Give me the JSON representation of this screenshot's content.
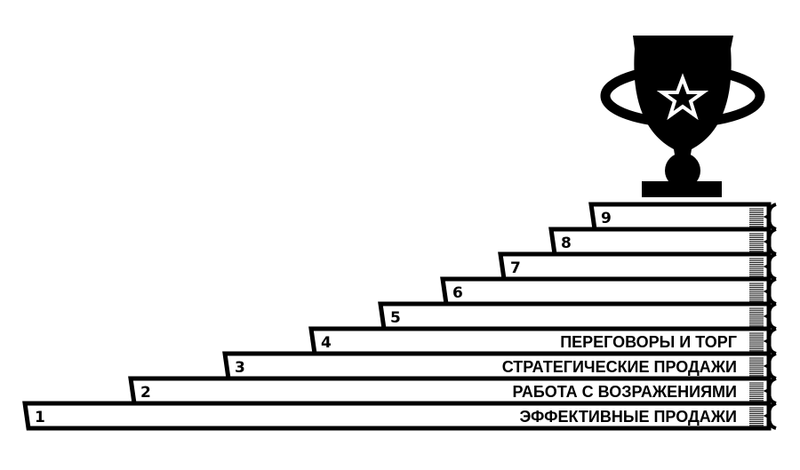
{
  "colors": {
    "ink": "#000000",
    "paper": "#ffffff"
  },
  "trophy": {
    "icon": "trophy-icon",
    "emblem": "star-icon"
  },
  "steps": [
    {
      "number": "1",
      "label": "ЭФФЕКТИВНЫЕ ПРОДАЖИ"
    },
    {
      "number": "2",
      "label": "РАБОТА С ВОЗРАЖЕНИЯМИ"
    },
    {
      "number": "3",
      "label": "СТРАТЕГИЧЕСКИЕ ПРОДАЖИ"
    },
    {
      "number": "4",
      "label": "ПЕРЕГОВОРЫ И ТОРГ"
    },
    {
      "number": "5",
      "label": ""
    },
    {
      "number": "6",
      "label": ""
    },
    {
      "number": "7",
      "label": ""
    },
    {
      "number": "8",
      "label": ""
    },
    {
      "number": "9",
      "label": ""
    }
  ]
}
